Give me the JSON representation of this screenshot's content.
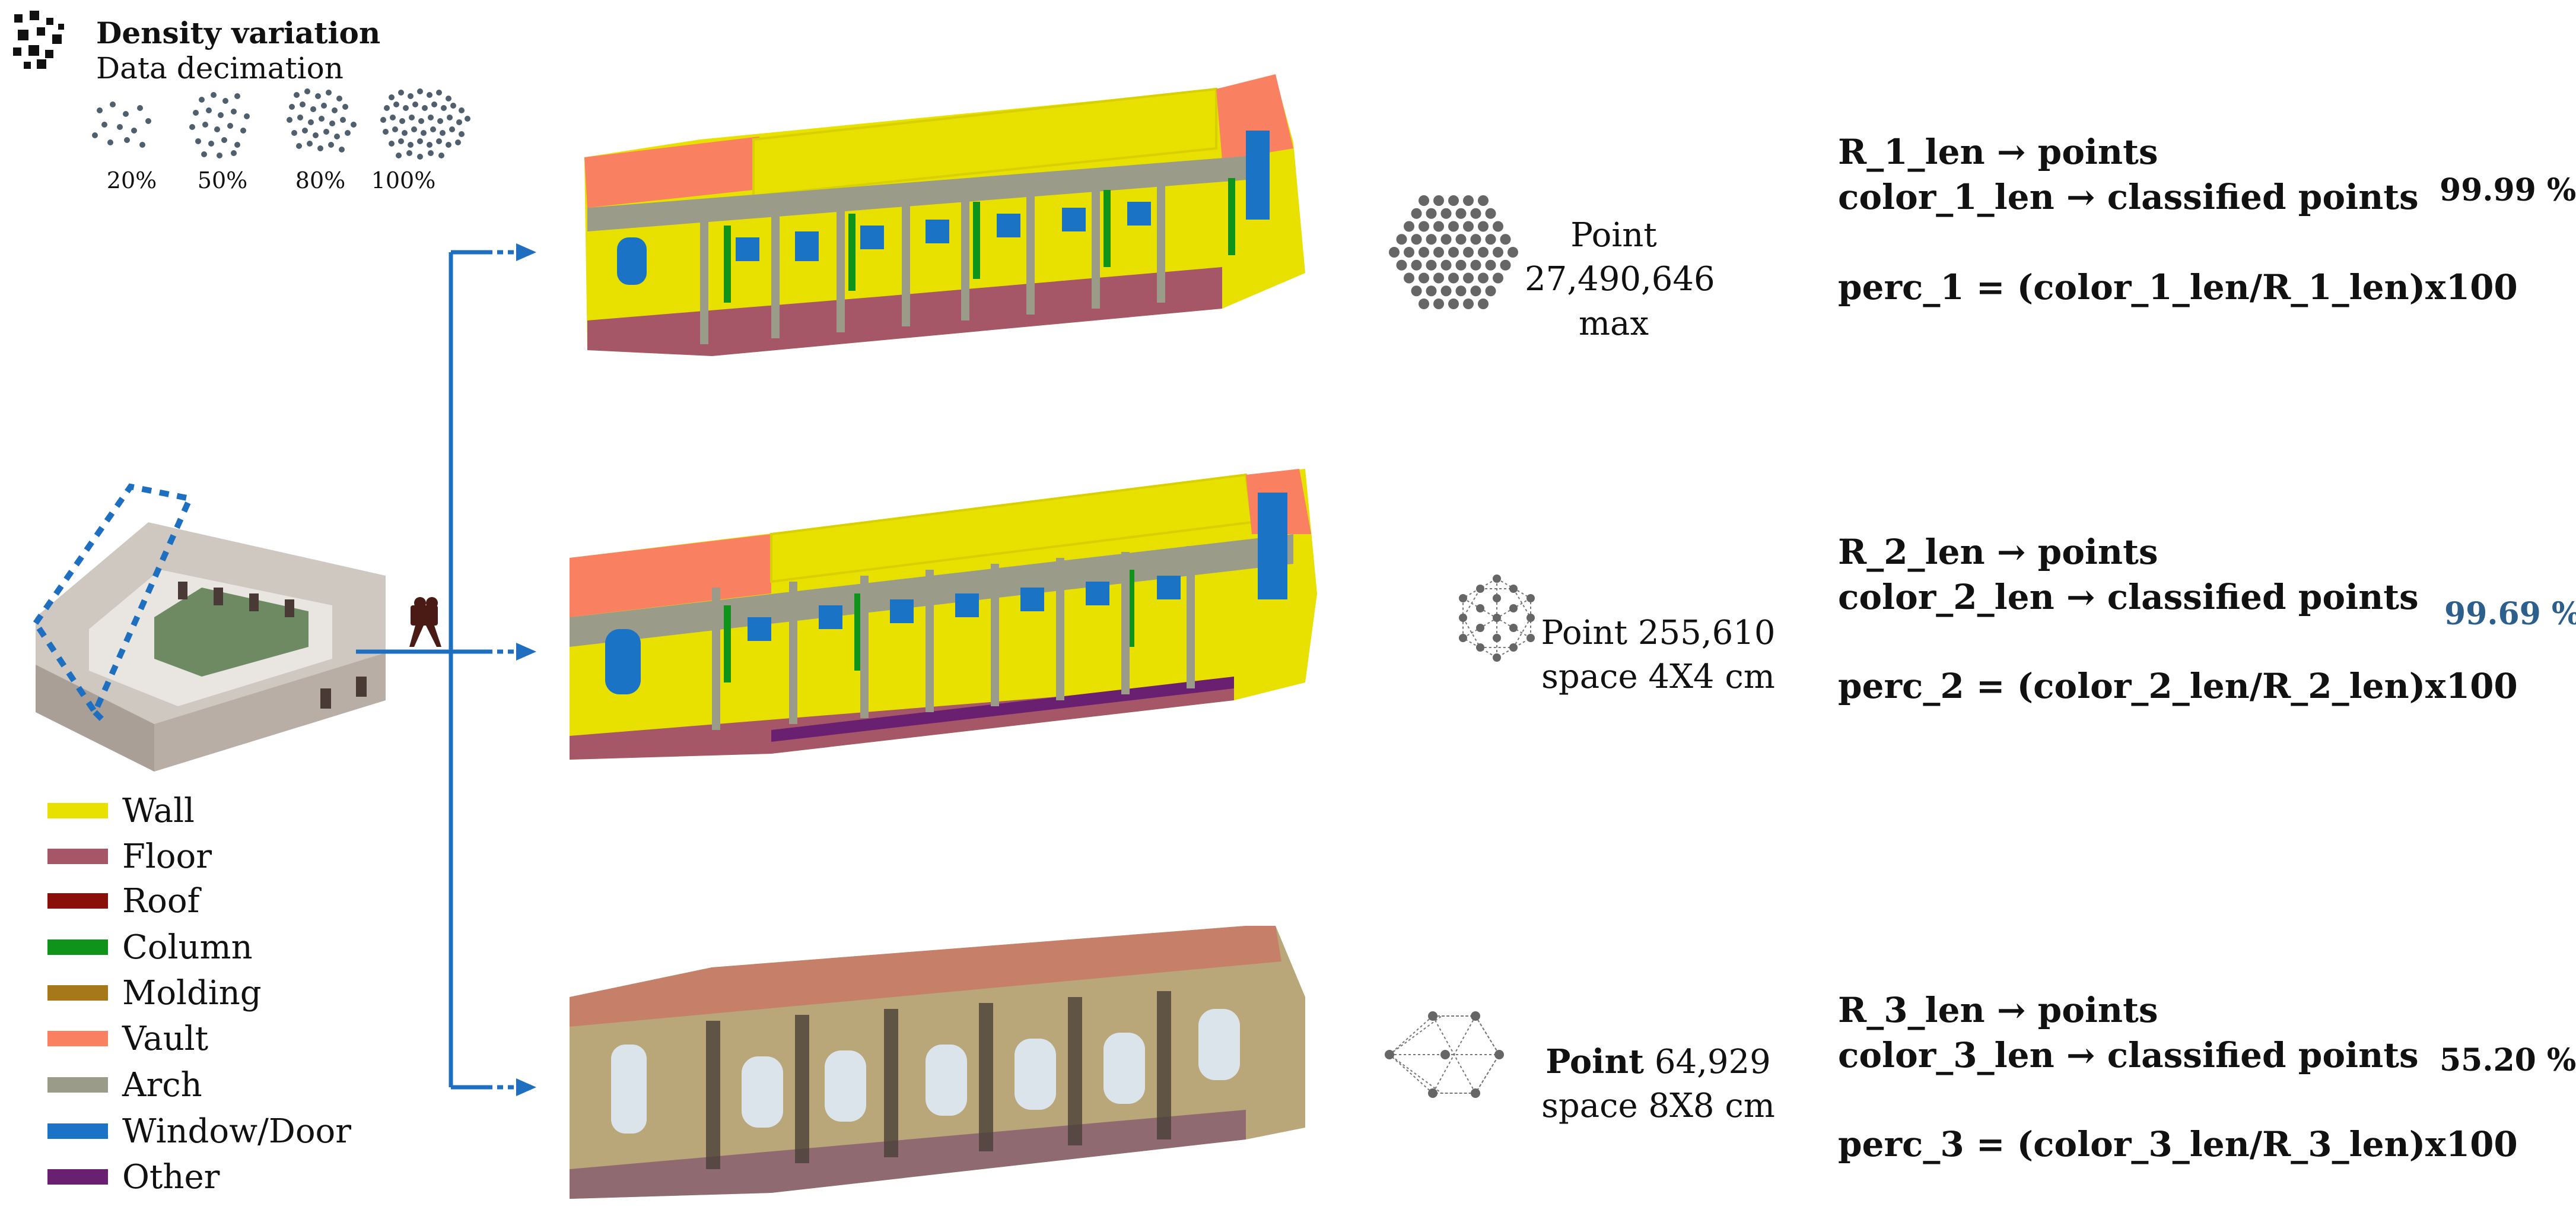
{
  "header": {
    "title": "Density variation",
    "subtitle": "Data decimation",
    "decimation_levels": [
      "20%",
      "50%",
      "80%",
      "100%"
    ]
  },
  "legend": [
    {
      "label": "Wall",
      "color": "#e8e100"
    },
    {
      "label": "Floor",
      "color": "#a55767"
    },
    {
      "label": "Roof",
      "color": "#8a0f0a"
    },
    {
      "label": "Column",
      "color": "#10931a"
    },
    {
      "label": "Molding",
      "color": "#a6781a"
    },
    {
      "label": "Vault",
      "color": "#fa8062"
    },
    {
      "label": "Arch",
      "color": "#9b9b8a"
    },
    {
      "label": "Window/Door",
      "color": "#1a73c4"
    },
    {
      "label": "Other",
      "color": "#6a2070"
    }
  ],
  "rows": [
    {
      "mid_lines": [
        "Point",
        "27,490,646",
        "max"
      ],
      "line1": "R_1_len → points",
      "line2": "color_1_len → classified points",
      "formula": "perc_1 = (color_1_len/R_1_len)x100",
      "percent": "99.99 %",
      "percent_color": "#111111"
    },
    {
      "mid_lines": [
        "Point 255,610",
        "space 4X4 cm"
      ],
      "line1": "R_2_len → points",
      "line2": "color_2_len → classified points",
      "formula": "perc_2 = (color_2_len/R_2_len)x100",
      "percent": "99.69 %",
      "percent_color": "#2d5f8c"
    },
    {
      "mid_bold": "Point",
      "mid_rest": " 64,929",
      "mid_line2": "space 8X8 cm",
      "line1": "R_3_len → points",
      "line2": "color_3_len → classified points",
      "formula": "perc_3 = (color_3_len/R_3_len)x100",
      "percent": "55.20 %",
      "percent_color": "#111111"
    }
  ],
  "colors": {
    "arrow": "#1f6fc1",
    "node": "#666666"
  }
}
